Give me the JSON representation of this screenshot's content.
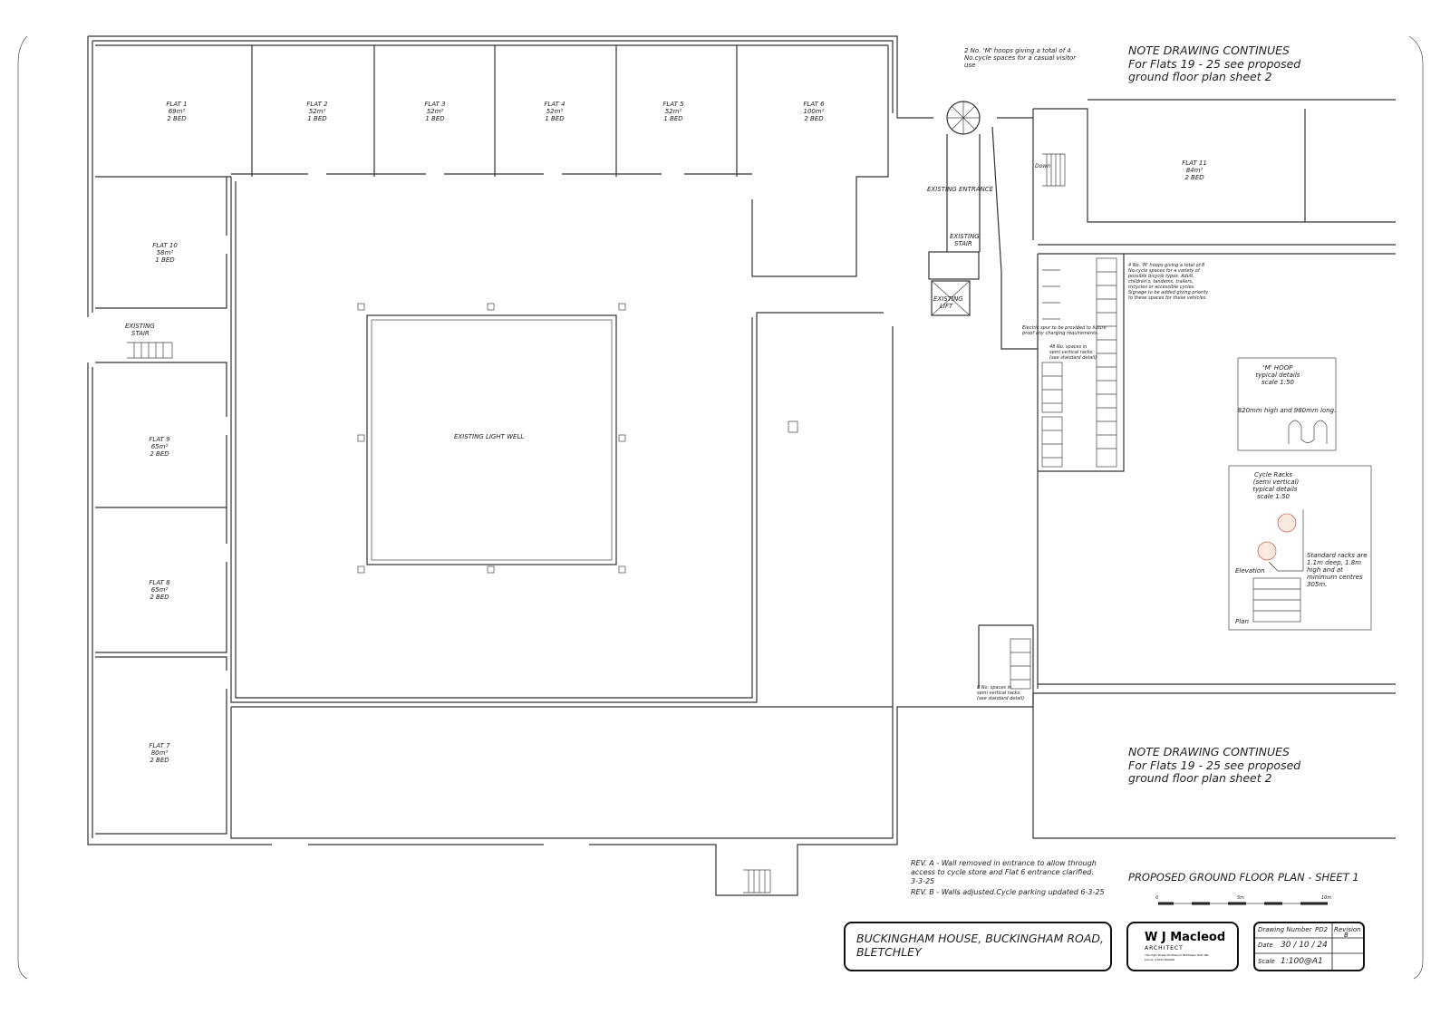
{
  "flats": [
    {
      "name": "FLAT 1",
      "area": "69m²",
      "beds": "2 BED"
    },
    {
      "name": "FLAT 2",
      "area": "52m²",
      "beds": "1 BED"
    },
    {
      "name": "FLAT 3",
      "area": "52m²",
      "beds": "1 BED"
    },
    {
      "name": "FLAT 4",
      "area": "52m²",
      "beds": "1 BED"
    },
    {
      "name": "FLAT 5",
      "area": "52m²",
      "beds": "1 BED"
    },
    {
      "name": "FLAT 6",
      "area": "100m²",
      "beds": "2 BED"
    },
    {
      "name": "FLAT 7",
      "area": "80m²",
      "beds": "2 BED"
    },
    {
      "name": "FLAT 8",
      "area": "65m²",
      "beds": "2 BED"
    },
    {
      "name": "FLAT 9",
      "area": "65m²",
      "beds": "2 BED"
    },
    {
      "name": "FLAT 10",
      "area": "58m²",
      "beds": "1 BED"
    },
    {
      "name": "FLAT 11",
      "area": "84m²",
      "beds": "2 BED"
    }
  ],
  "labels": {
    "existing_stair_1": "EXISTING",
    "existing_stair_2": "STAIR",
    "existing_lift_1": "EXISTING",
    "existing_lift_2": "LIFT",
    "existing_entrance": "EXISTING ENTRANCE",
    "light_well": "EXISTING LIGHT WELL",
    "down": "Down"
  },
  "notes": {
    "visitor_hoops": [
      "2 No. 'M' hoops giving a total of 4",
      "No.cycle spaces for a casual visitor",
      "use"
    ],
    "continues_top": [
      "NOTE DRAWING CONTINUES",
      "For Flats 19 - 25 see proposed",
      "ground floor plan sheet 2"
    ],
    "continues_bottom": [
      "NOTE DRAWING CONTINUES",
      "For Flats 19 - 25 see proposed",
      "ground floor plan sheet 2"
    ],
    "hoops_store": [
      "4 No. 'M' hoops giving a total of 8",
      "No.cycle spaces for a variety of",
      "possible bicycle types. Adult,",
      "children's, tandems, trailers,",
      "tricycles or accessible cycles.",
      "Signage to be added giving priority",
      "to these spaces for these vehicles."
    ],
    "electric_spur": [
      "Electric spur to be provided to future",
      "proof any charging requirements."
    ],
    "racks_48": [
      "48 No. spaces in",
      "semi vertical racks.",
      "(see standard detail)"
    ],
    "racks_8": [
      "8 No. spaces in",
      "semi vertical racks.",
      "(see standard detail)"
    ],
    "rev_a": [
      "REV. A - Wall removed in entrance to allow through",
      "access to cycle store and Flat 6 entrance clarified.",
      "3-3-25"
    ],
    "rev_b": "REV. B - Walls adjusted.Cycle parking updated 6-3-25"
  },
  "hoop_detail": {
    "title": [
      "'M' HOOP",
      "typical details",
      "scale 1:50"
    ],
    "dims": "820mm high and 980mm long."
  },
  "rack_detail": {
    "title": [
      "Cycle Racks",
      "(semi vertical)",
      "typical details",
      "scale 1:50"
    ],
    "elevation": "Elevation",
    "plan": "Plan",
    "spec": [
      "Standard racks are",
      "1.1m deep, 1.8m",
      "high and at",
      "minimum centres",
      "305m."
    ]
  },
  "drawing_title": "PROPOSED GROUND FLOOR PLAN - SHEET 1",
  "scale_bar": {
    "ticks": [
      "0",
      "5m",
      "10m"
    ]
  },
  "title_block": {
    "project": [
      "BUCKINGHAM HOUSE, BUCKINGHAM ROAD,",
      "BLETCHLEY"
    ],
    "architect": "W J Macleod",
    "architect_sub": "ARCHITECT",
    "address": "70a High Street Northwood Middlesex HA6 1BL",
    "phone": "phone: 01923 840000",
    "drawing_number_label": "Drawing Number",
    "drawing_number": "PD2",
    "revision_label": "Revision",
    "revision": "B",
    "date_label": "Date",
    "date": "30 / 10 / 24",
    "scale_label": "Scale",
    "scale": "1:100@A1"
  }
}
